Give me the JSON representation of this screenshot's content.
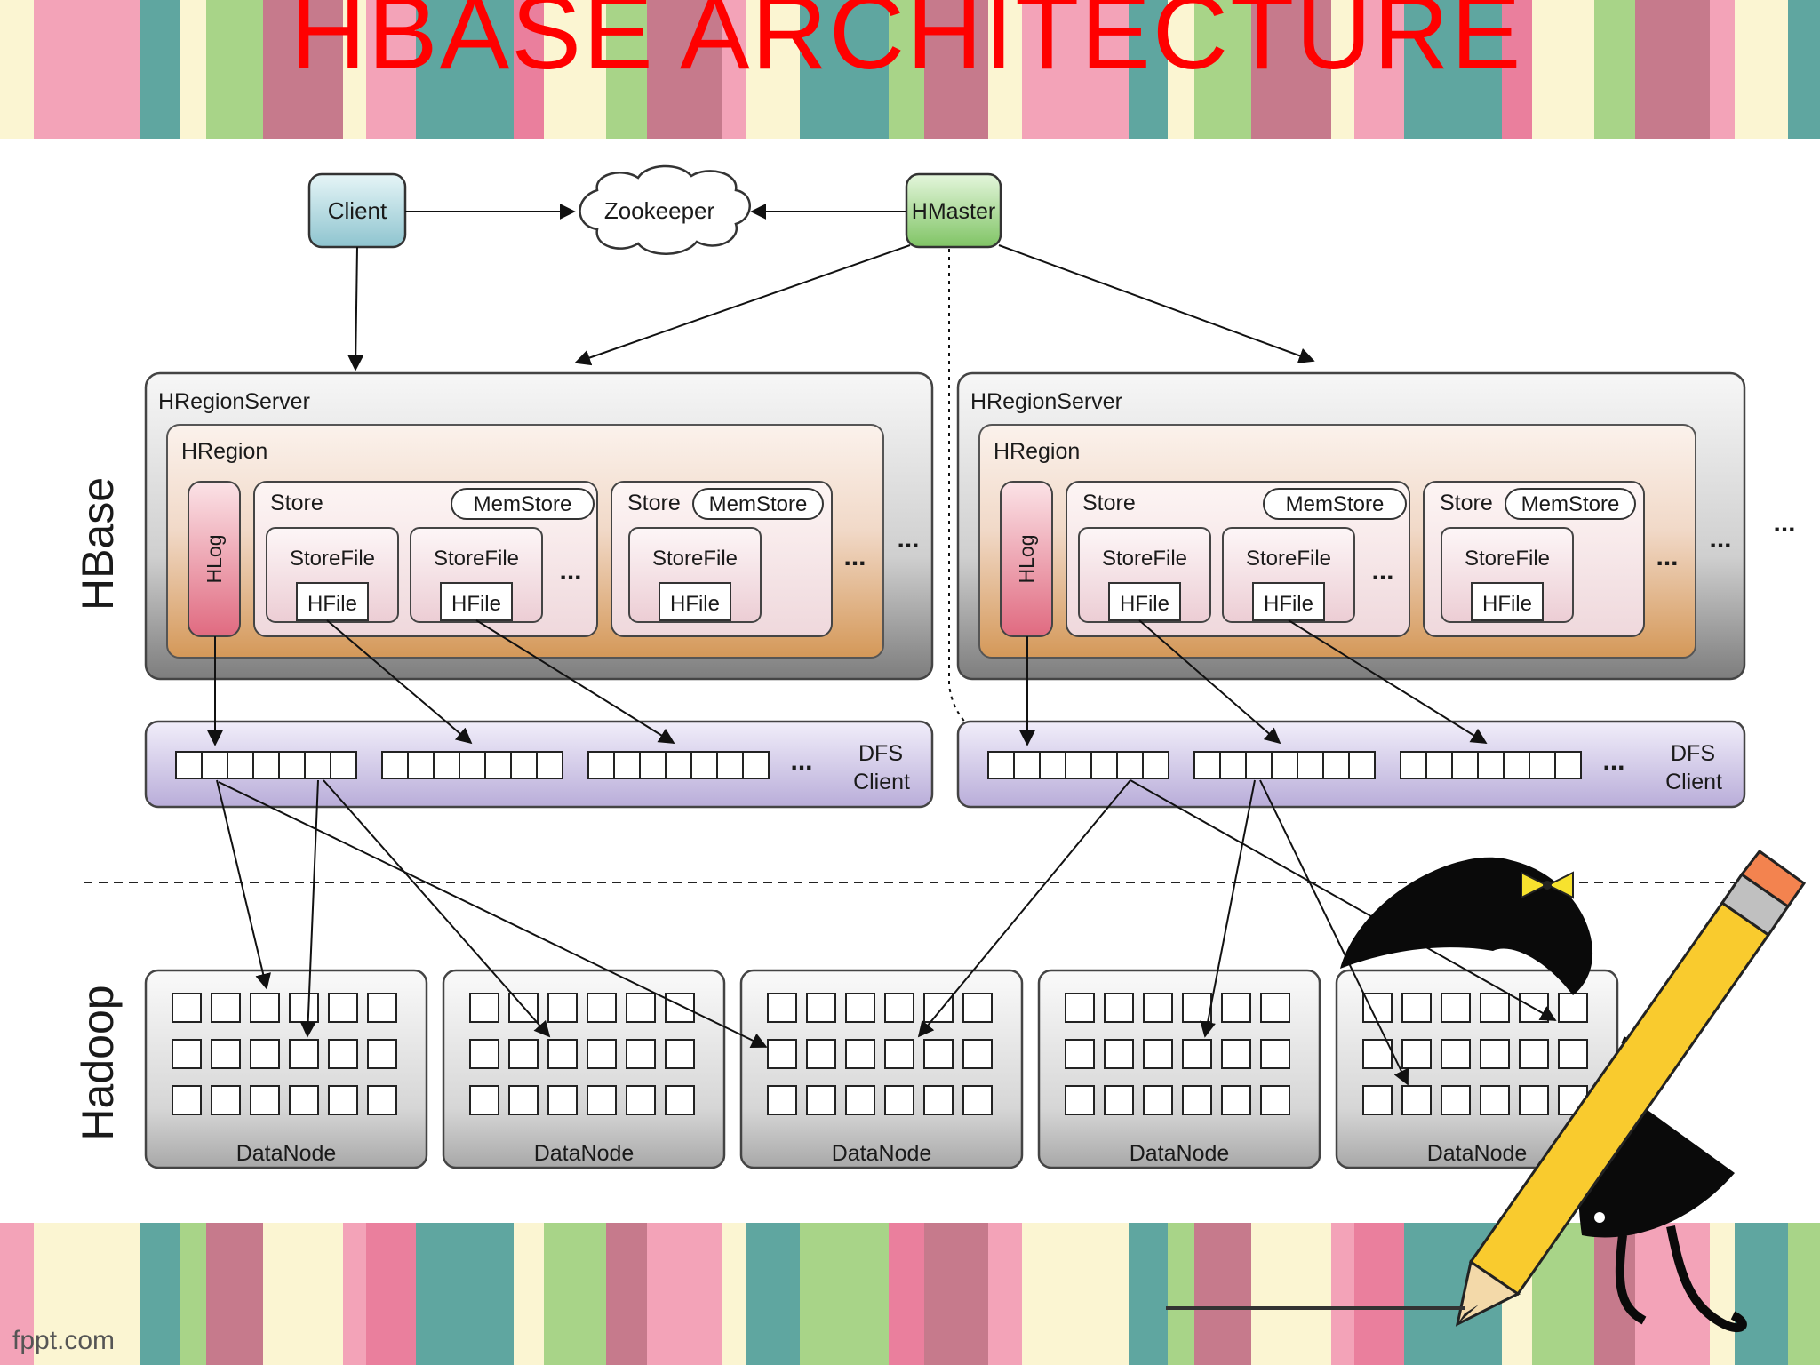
{
  "title": "HBASE ARCHITECTURE",
  "footer": "fppt.com",
  "colors": {
    "title": "#ff0000",
    "client": "#a9d4dc",
    "hmaster": "#9fd48a",
    "hlog": "#e87a8c",
    "hregion_bottom": "#d49858",
    "dfs": "#cfc6ea",
    "stripes": [
      "#f3a3b8",
      "#c67a8c",
      "#5fa6a0",
      "#a8d488",
      "#fbf5d2",
      "#ea7f9d"
    ]
  },
  "top_nodes": {
    "client": "Client",
    "zookeeper": "Zookeeper",
    "hmaster": "HMaster"
  },
  "layer_labels": {
    "hbase": "HBase",
    "hadoop": "Hadoop"
  },
  "region_server": {
    "label": "HRegionServer",
    "region_label": "HRegion",
    "hlog": "HLog",
    "store": "Store",
    "memstore": "MemStore",
    "storefile": "StoreFile",
    "hfile": "HFile",
    "ellipsis": "...",
    "dfs_line1": "DFS",
    "dfs_line2": "Client"
  },
  "datanodes": [
    "DataNode",
    "DataNode",
    "DataNode",
    "DataNode",
    "DataNode"
  ],
  "icons": [
    "cloud-icon",
    "pencil-icon",
    "cartoon-mascot-icon"
  ]
}
